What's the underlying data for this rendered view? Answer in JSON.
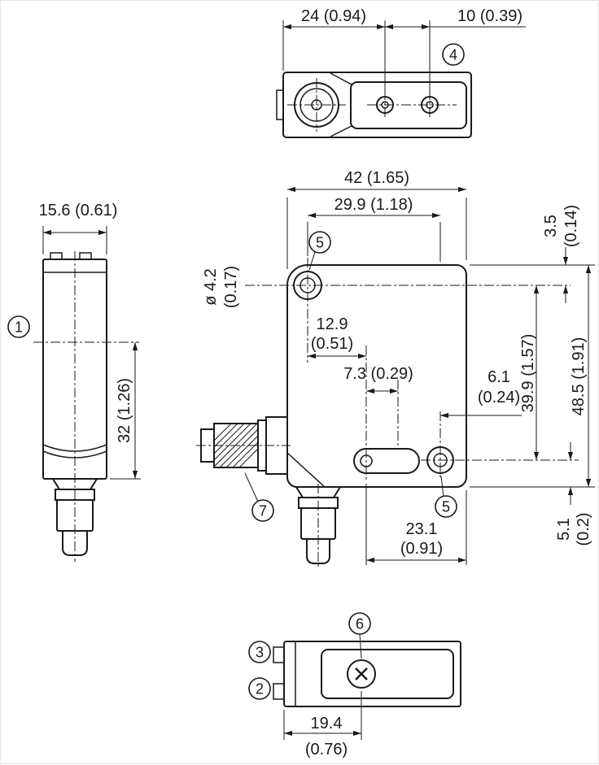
{
  "colors": {
    "background": "#ffffff",
    "line": "#1a1a1a"
  },
  "callouts": {
    "c1": "1",
    "c2": "2",
    "c3": "3",
    "c4": "4",
    "c5": "5",
    "c6": "6",
    "c7": "7"
  },
  "dims": {
    "top_width": "24 (0.94)",
    "top_hole_gap": "10 (0.39)",
    "side_width": "15.6 (0.61)",
    "side_height": "32 (1.26)",
    "front_width": "42 (1.65)",
    "front_hole_span": "29.9 (1.18)",
    "front_top_offset_mm": "3.5",
    "front_top_offset_in": "(0.14)",
    "hole_dia_mm": "ø 4.2",
    "hole_dia_in": "(0.17)",
    "lens_offset_mm": "12.9",
    "lens_offset_in": "(0.51)",
    "beam_gap": "7.3 (0.29)",
    "edge_offset_mm": "6.1",
    "edge_offset_in": "(0.24)",
    "hole_height_span": "39.9 (1.57)",
    "total_height": "48.5 (1.91)",
    "bottom_offset_mm": "5.1",
    "bottom_offset_in": "(0.2)",
    "slot_span_mm": "23.1",
    "slot_span_in": "(0.91)",
    "screw_offset_mm": "19.4",
    "screw_offset_in": "(0.76)"
  }
}
